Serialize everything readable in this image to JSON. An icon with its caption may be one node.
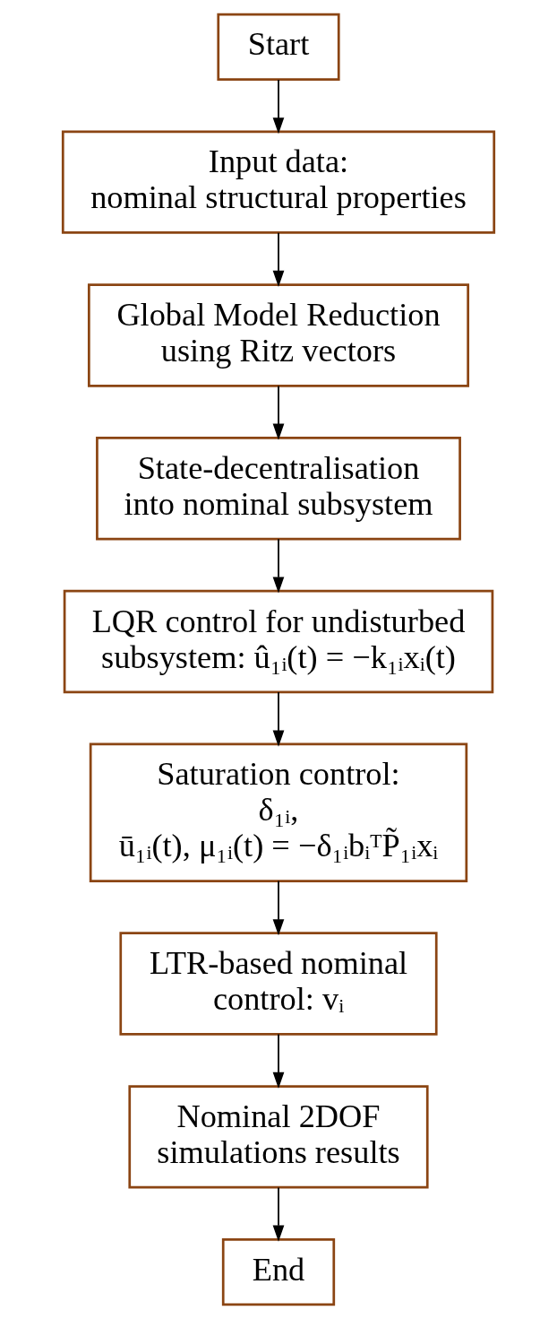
{
  "diagram": {
    "nodes": [
      {
        "text": [
          "Start"
        ]
      },
      {
        "text": [
          "Input data: nominal structural properties"
        ]
      },
      {
        "text": [
          "Global Model Reduction using Ritz vectors"
        ]
      },
      {
        "text": [
          "State-decentralisation into nominal subsystem"
        ]
      },
      {
        "text": [
          "LQR control for undisturbed subsystem: û₁ᵢ(t) = −k₁ᵢxᵢ(t)"
        ]
      },
      {
        "text": [
          "Saturation control: δ₁ᵢ, ū₁ᵢ(t), μ₁ᵢ(t) = −δ₁ᵢbᵢᵀP̃₁ᵢxᵢ"
        ]
      },
      {
        "text": [
          "LTR-based nominal control: vᵢ"
        ]
      },
      {
        "text": [
          "Nominal 2DOF simulations results"
        ]
      },
      {
        "text": [
          "End"
        ]
      }
    ],
    "edges": [
      {
        "from": 0,
        "to": 1,
        "arrow": "to"
      },
      {
        "from": 1,
        "to": 2,
        "arrow": "to"
      },
      {
        "from": 2,
        "to": 3,
        "arrow": "to"
      },
      {
        "from": 3,
        "to": 4,
        "arrow": "to"
      },
      {
        "from": 4,
        "to": 5,
        "arrow": "to"
      },
      {
        "from": 5,
        "to": 6,
        "arrow": "to"
      },
      {
        "from": 6,
        "to": 7,
        "arrow": "to"
      },
      {
        "from": 7,
        "to": 8,
        "arrow": "to"
      }
    ]
  }
}
